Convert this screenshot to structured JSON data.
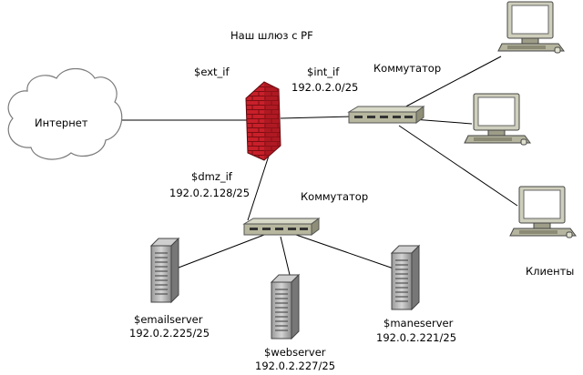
{
  "title": "Наш шлюз с PF",
  "internet": {
    "label": "Интернет"
  },
  "firewall": {
    "ext_if": "$ext_if",
    "int_if": "$int_if",
    "int_net": "192.0.2.0/25",
    "dmz_if": "$dmz_if",
    "dmz_net": "192.0.2.128/25"
  },
  "switch_top": {
    "label": "Коммутатор"
  },
  "switch_bottom": {
    "label": "Коммутатор"
  },
  "clients": {
    "label": "Клиенты"
  },
  "servers": [
    {
      "name": "$emailserver",
      "ip": "192.0.2.225/25"
    },
    {
      "name": "$webserver",
      "ip": "192.0.2.227/25"
    },
    {
      "name": "$maneserver",
      "ip": "192.0.2.221/25"
    }
  ]
}
